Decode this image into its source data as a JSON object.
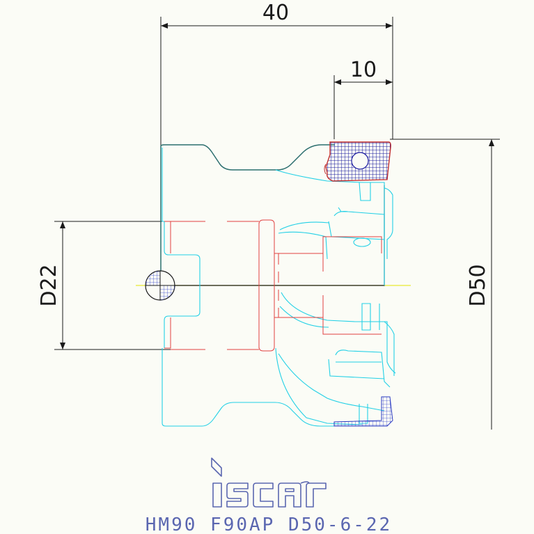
{
  "dimensions": {
    "overall_length": "40",
    "insert_width": "10",
    "bore_diameter": "D22",
    "cutter_diameter": "D50"
  },
  "brand": {
    "logo_text": "iscar"
  },
  "caption": {
    "tool_designation": "HM90 F90AP D50-6-22"
  },
  "colors": {
    "background": "#fbfcf6",
    "dimension_lines": "#1a1a1a",
    "tool_body_outline": "#2b6e6e",
    "tool_profile": "#22d0e6",
    "internal_features": "#e04040",
    "insert_hatch": "#1a1aa0",
    "centerline": "#e8e832",
    "caption_text": "#5a66b0"
  }
}
